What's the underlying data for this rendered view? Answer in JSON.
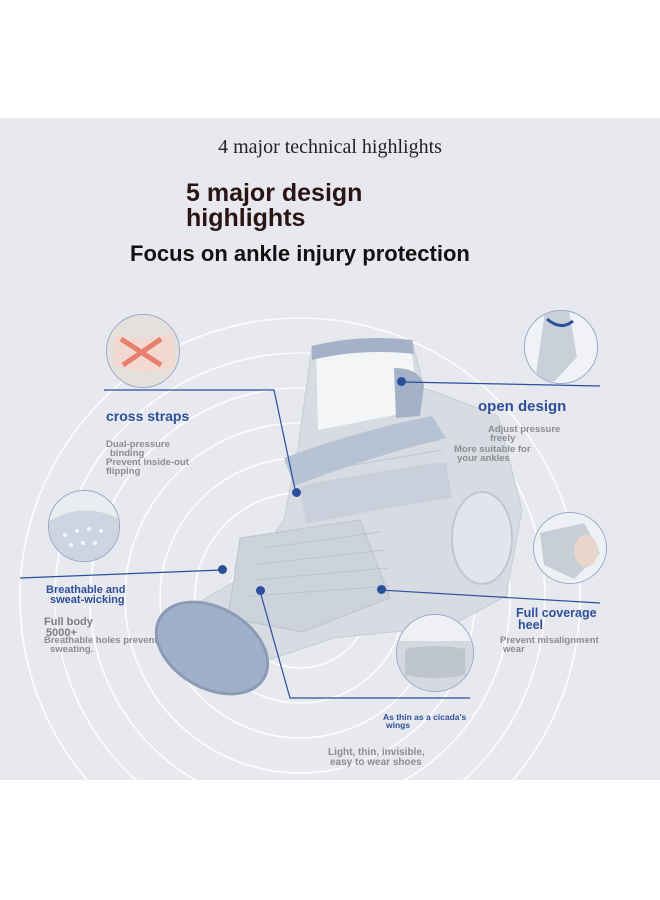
{
  "headline_small": "4 major technical highlights",
  "headline_design": "5 major design highlights",
  "headline_focus": "Focus on ankle injury protection",
  "features": {
    "cross_straps": {
      "title": "cross straps",
      "desc_line1": "Dual-pressure",
      "desc_line2": "binding",
      "desc_line3": "Prevent inside-out",
      "desc_line4": "flipping"
    },
    "open_design": {
      "title": "open design",
      "desc_line1": "Adjust pressure",
      "desc_line2": "freely",
      "desc_line3": "More suitable for",
      "desc_line4": "your ankles"
    },
    "breathable": {
      "title_line1": "Breathable and",
      "title_line2": "sweat-wicking",
      "desc_line1": "Full body",
      "desc_line2": "5000+",
      "desc_line3": "Breathable holes prevent",
      "desc_line4": "sweating."
    },
    "full_coverage": {
      "title_line1": "Full coverage",
      "title_line2": "heel",
      "desc_line1": "Prevent misalignment",
      "desc_line2": "wear"
    },
    "thin": {
      "title_line1": "As thin as a cicada's",
      "title_line2": "wings",
      "desc_line1": "Light, thin, invisible,",
      "desc_line2": "easy to wear shoes"
    }
  },
  "colors": {
    "accent": "#2c4f9c",
    "panel_bg": "#e7e9ee",
    "brace_blue": "#9aa9c2",
    "brace_body": "#d9dde3"
  }
}
